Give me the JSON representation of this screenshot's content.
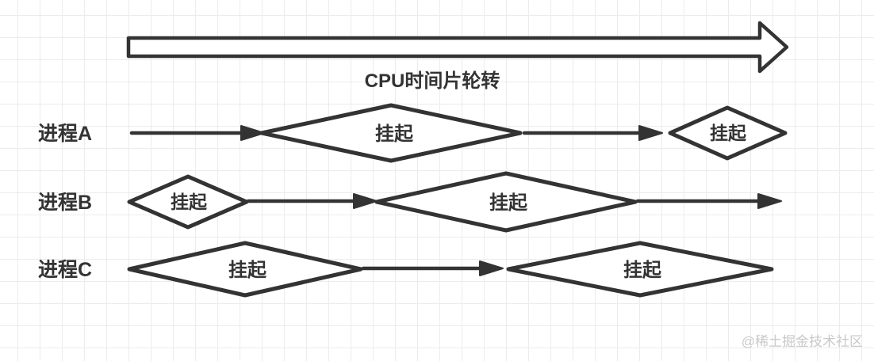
{
  "title": "CPU时间片轮转",
  "watermark": "@稀土掘金技术社区",
  "colors": {
    "stroke": "#333333",
    "text": "#333333",
    "grid": "#ececec",
    "background": "#ffffff",
    "watermark": "#c9c9c9"
  },
  "rows": [
    {
      "label": "进程A",
      "diamonds": [
        {
          "label": "挂起"
        },
        {
          "label": "挂起"
        }
      ]
    },
    {
      "label": "进程B",
      "diamonds": [
        {
          "label": "挂起"
        },
        {
          "label": "挂起"
        }
      ]
    },
    {
      "label": "进程C",
      "diamonds": [
        {
          "label": "挂起"
        },
        {
          "label": "挂起"
        }
      ]
    }
  ]
}
